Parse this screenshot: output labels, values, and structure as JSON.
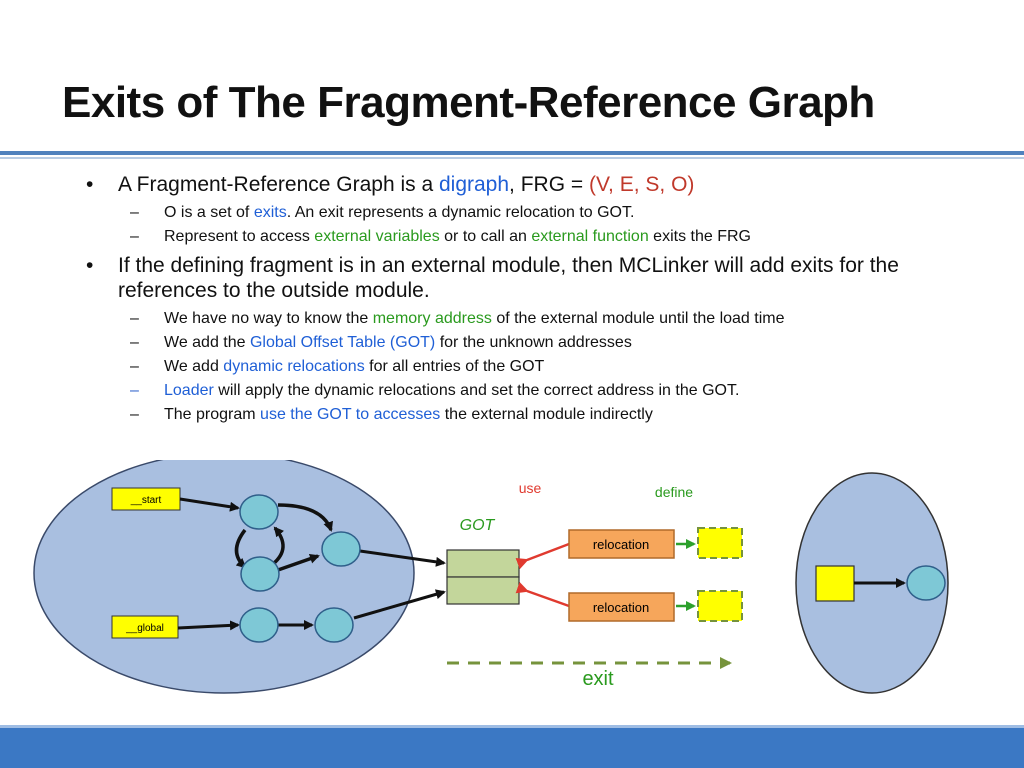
{
  "slide": {
    "title": "Exits of The Fragment-Reference Graph"
  },
  "bullets": {
    "b1": {
      "pre": "A Fragment-Reference Graph is a ",
      "digraph": "digraph",
      "mid": ", FRG = ",
      "tuple": "(V, E, S, O)"
    },
    "b1_sub1": {
      "pre": "O is a set of ",
      "exits": "exits",
      "post": ". An exit represents a dynamic relocation to GOT."
    },
    "b1_sub2": {
      "pre": "Represent to access ",
      "ext_vars": "external variables",
      "mid": " or to call an ",
      "ext_func": "external function",
      "post": " exits the FRG"
    },
    "b2": {
      "text": "If the defining fragment is in an external module, then MCLinker will add exits for the references to the outside module."
    },
    "b2_sub1": {
      "pre": "We have no way to know the ",
      "mem": "memory address",
      "post": " of the external module until the load time"
    },
    "b2_sub2": {
      "pre": "We add the ",
      "got": "Global Offset Table (GOT)",
      "post": " for the unknown addresses"
    },
    "b2_sub3": {
      "pre": "We add ",
      "dyn": "dynamic relocations",
      "post": " for all entries of the GOT"
    },
    "b2_sub4": {
      "loader": "Loader",
      "post": " will apply the dynamic relocations and set the correct address in the GOT."
    },
    "b2_sub5": {
      "pre": "The program ",
      "use_got": "use the GOT to accesses",
      "post": " the external module indirectly"
    }
  },
  "diagram": {
    "start_label": "__start",
    "global_label": "__global",
    "got_label": "GOT",
    "use_label": "use",
    "define_label": "define",
    "relocation_label_1": "relocation",
    "relocation_label_2": "relocation",
    "exit_label": "exit"
  },
  "colors": {
    "accent": "#4f81bd",
    "module_fill": "#a9bfe0",
    "node_fill": "#7ec8d6",
    "got_fill": "#c3d69b",
    "relocation_fill": "#f6a65b",
    "symbol_fill": "#ffff00",
    "use_arrow": "#e03a2f",
    "define_arrow": "#2ca02c",
    "exit_arrow": "#76933c"
  }
}
